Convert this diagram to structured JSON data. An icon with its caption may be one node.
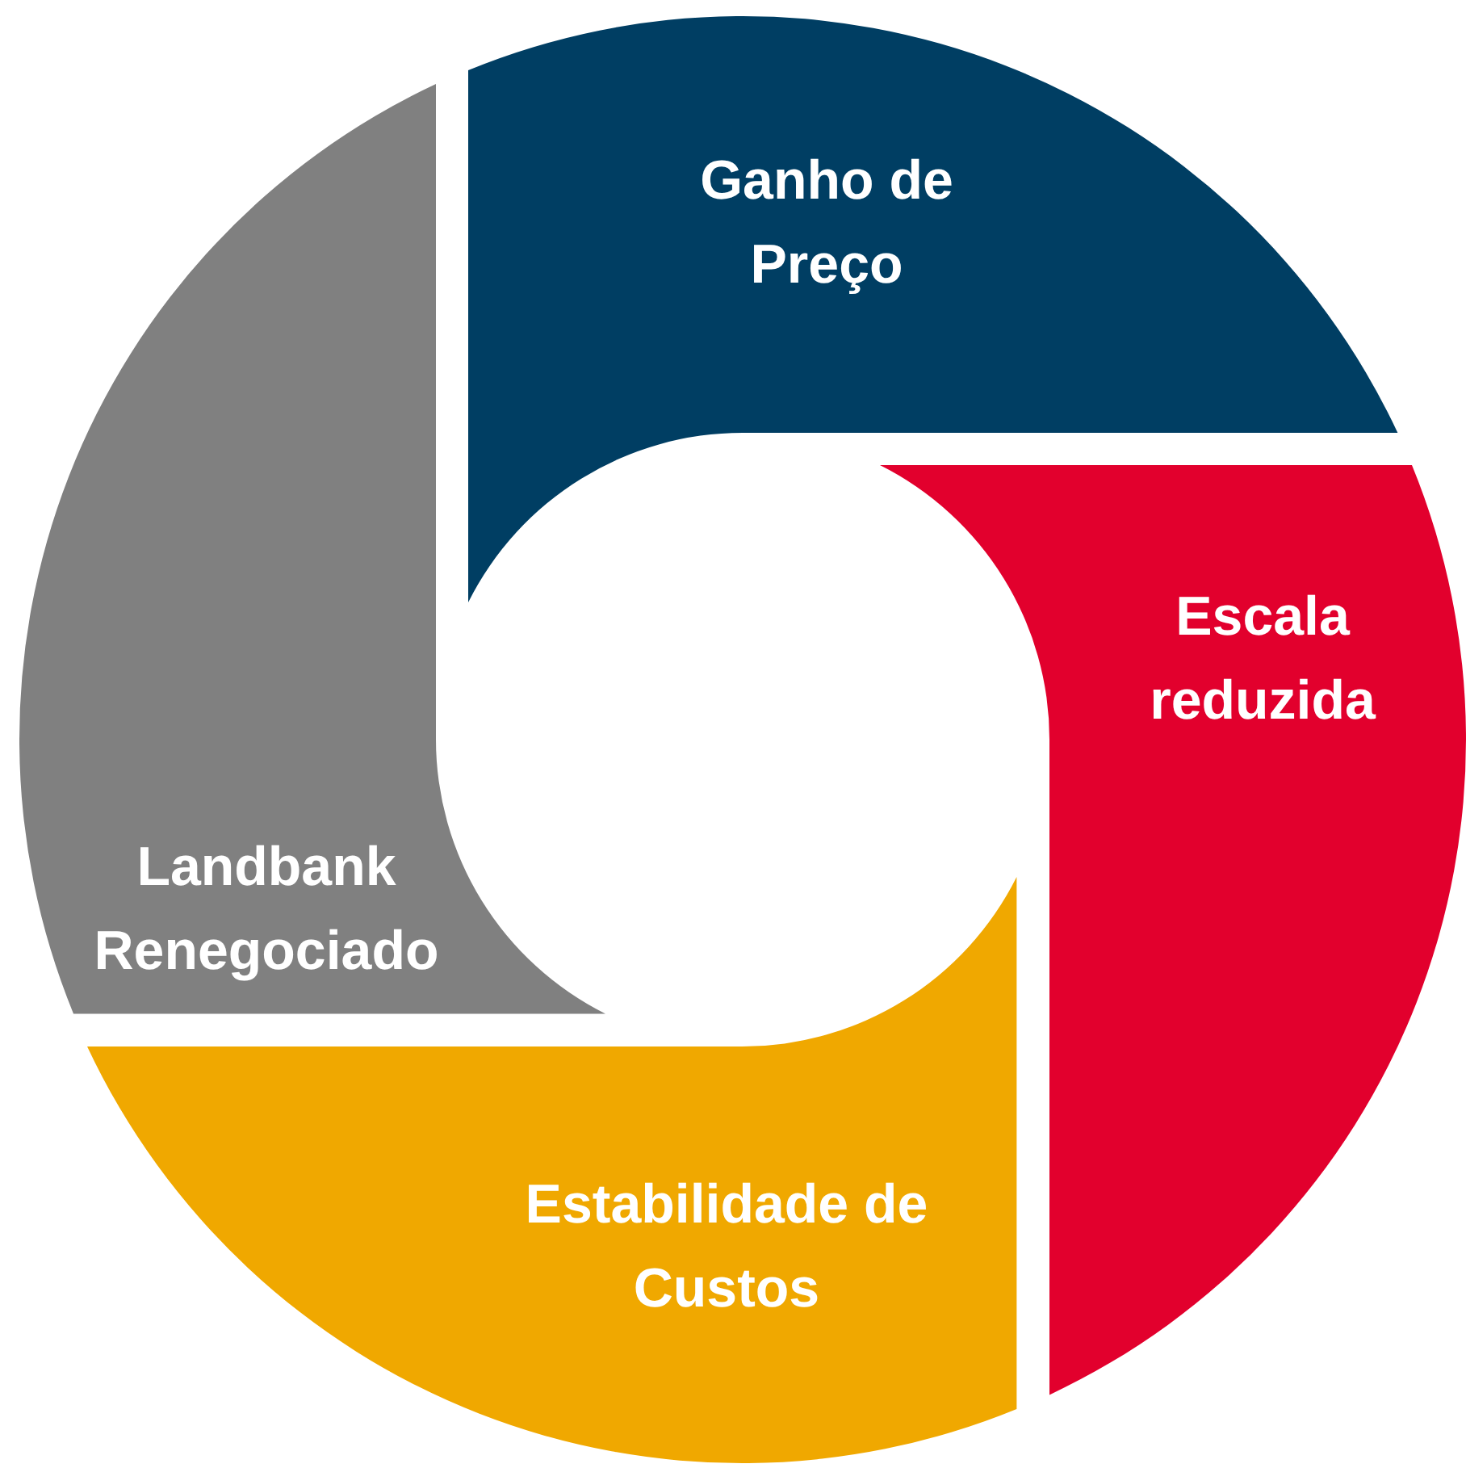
{
  "diagram": {
    "nodes": [
      {
        "text": [
          "Ganho de Preço"
        ]
      },
      {
        "text": [
          "Escala reduzida"
        ]
      },
      {
        "text": [
          "Landbank Renegociado"
        ]
      },
      {
        "text": [
          "Estabilidade de Custos"
        ]
      }
    ]
  }
}
